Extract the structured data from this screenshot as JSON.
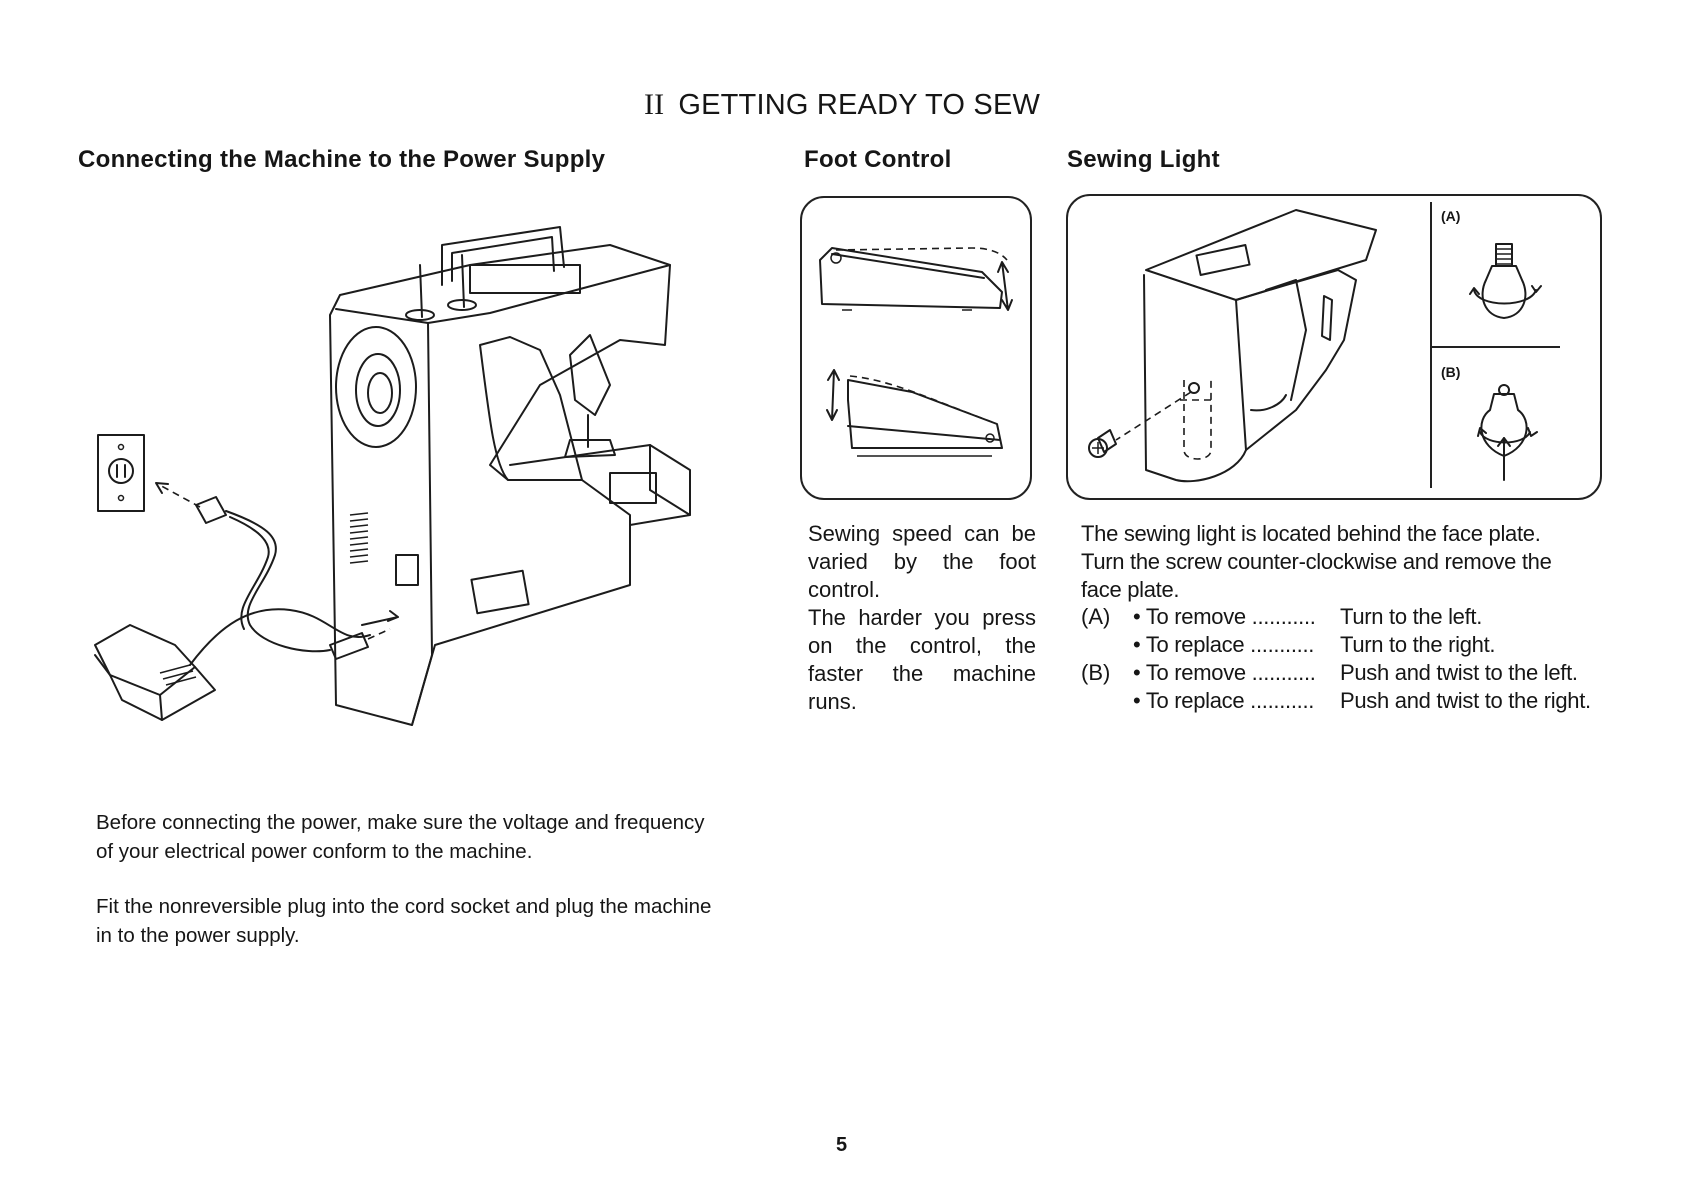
{
  "page": {
    "roman": "II",
    "title": "GETTING READY TO SEW",
    "page_number": "5"
  },
  "power_supply": {
    "heading": "Connecting the Machine to the Power Supply",
    "para1_line1": "Before connecting the power, make sure the voltage and frequency",
    "para1_line2": "of your electrical power conform to the machine.",
    "para2_line1": "Fit the nonreversible plug into the cord socket and plug the machine",
    "para2_line2": "in to the power supply."
  },
  "foot_control": {
    "heading": "Foot Control",
    "lines": [
      "Sewing speed can be",
      "varied by the foot",
      "control.",
      "The harder you press",
      "on the control, the",
      "faster the machine",
      "runs."
    ]
  },
  "sewing_light": {
    "heading": "Sewing Light",
    "label_a": "(A)",
    "label_b": "(B)",
    "intro_line1": "The sewing light is located behind the face plate.",
    "intro_line2": "Turn the screw counter-clockwise and remove the",
    "intro_line3": "face plate.",
    "rows": [
      {
        "group": "(A)",
        "action": "• To remove ...........",
        "result": "Turn to the left."
      },
      {
        "group": "",
        "action": "• To replace ...........",
        "result": "Turn to the right."
      },
      {
        "group": "(B)",
        "action": "• To remove ...........",
        "result": "Push and twist to the left."
      },
      {
        "group": "",
        "action": "• To replace ...........",
        "result": "Push and twist to the right."
      }
    ]
  }
}
